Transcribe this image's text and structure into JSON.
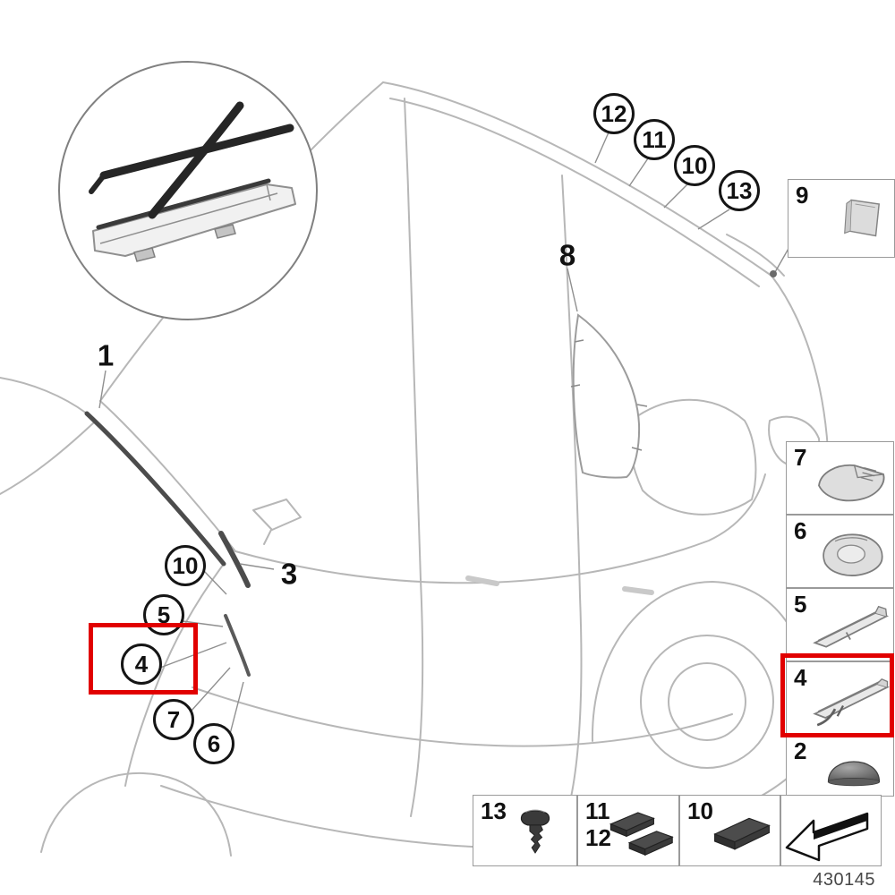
{
  "diagram": {
    "type": "vehicle-glazing-parts-diagram",
    "footer_code": "430145"
  },
  "colors": {
    "highlight_red": "#e10000",
    "car_line_gray": "#b7b7b7",
    "callout_black": "#151515"
  },
  "callouts": {
    "plain": [
      {
        "label": "1"
      },
      {
        "label": "3"
      },
      {
        "label": "8"
      }
    ],
    "boxed9": {
      "label": "9"
    },
    "circled": [
      {
        "label": "12"
      },
      {
        "label": "11"
      },
      {
        "label": "10"
      },
      {
        "label": "13"
      },
      {
        "label": "10"
      },
      {
        "label": "5"
      },
      {
        "label": "4"
      },
      {
        "label": "7"
      },
      {
        "label": "6"
      }
    ]
  },
  "side_panel": {
    "items": [
      {
        "label": "7",
        "icon": "end-cap-icon"
      },
      {
        "label": "6",
        "icon": "cover-cap-icon"
      },
      {
        "label": "5",
        "icon": "trim-strip-icon"
      },
      {
        "label": "4",
        "icon": "trim-strip-clip-icon",
        "highlighted": true
      },
      {
        "label": "2",
        "icon": "dome-cap-icon"
      }
    ]
  },
  "bottom_panel": {
    "items": [
      {
        "labels": [
          "13"
        ],
        "icon": "screw-icon"
      },
      {
        "labels": [
          "11",
          "12"
        ],
        "icon": "foam-pads-icon"
      },
      {
        "labels": [
          "10"
        ],
        "icon": "foam-pad-icon"
      },
      {
        "labels": [],
        "icon": "direction-arrow-icon"
      }
    ]
  }
}
